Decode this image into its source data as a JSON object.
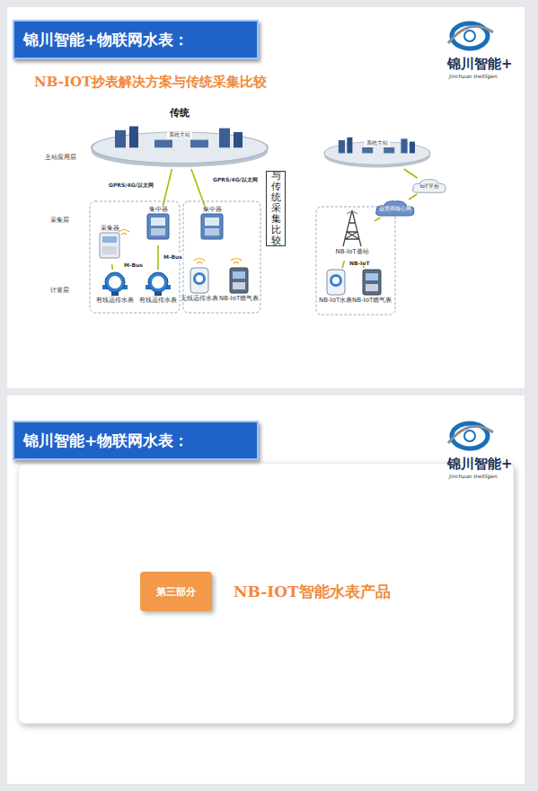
{
  "diagram": {
    "title": "NB-IOT抄表解决方案与传统采集比较",
    "nodes": [
      {
        "text": [
          "锦川智能+物联网水表："
        ]
      },
      {
        "text": [
          "传统",
          "系统主站"
        ]
      },
      {
        "text": [
          "集中器"
        ]
      },
      {
        "text": [
          "采集器"
        ]
      },
      {
        "text": [
          "有线远传水表"
        ]
      },
      {
        "text": [
          "有线远传水表"
        ]
      },
      {
        "text": [
          "集中器"
        ]
      },
      {
        "text": [
          "无线远传水表"
        ]
      },
      {
        "text": [
          "NB-IoT燃气表"
        ]
      },
      {
        "text": [
          "与传统采集比较"
        ]
      },
      {
        "text": [
          "系统主站"
        ]
      },
      {
        "text": [
          "运营商核心网"
        ]
      },
      {
        "text": [
          "IoT平台"
        ]
      },
      {
        "text": [
          "NB-IoT基站"
        ]
      },
      {
        "text": [
          "NB-IoT水表"
        ]
      },
      {
        "text": [
          "NB-IoT燃气表"
        ]
      },
      {
        "text": [
          "锦川智能+物联网水表："
        ]
      },
      {
        "text": [
          "第三部分"
        ]
      }
    ],
    "edges": [
      {
        "from": 1,
        "to": 2,
        "label": "GPRS/4G/以太网",
        "arrow": "none"
      },
      {
        "from": 1,
        "to": 6,
        "label": "GPRS/4G/以太网",
        "arrow": "none"
      },
      {
        "from": 3,
        "to": 4,
        "label": "M-Bus",
        "arrow": "none"
      },
      {
        "from": 2,
        "to": 5,
        "label": "M-Bus",
        "arrow": "none"
      },
      {
        "from": 13,
        "to": 11,
        "arrow": "none"
      },
      {
        "from": 11,
        "to": 12,
        "arrow": "none"
      },
      {
        "from": 12,
        "to": 10,
        "arrow": "none"
      },
      {
        "from": 13,
        "to": 14,
        "label": "NB-IoT",
        "arrow": "none"
      },
      {
        "from": 13,
        "to": 15,
        "arrow": "none"
      }
    ],
    "labels": [
      "主站应用层",
      "采集层",
      "计量层",
      "锦川智能+",
      "Jinchuan Inetligen",
      "锦川智能+",
      "Jinchuan Inetligen",
      "NB-IOT智能水表产品"
    ]
  }
}
